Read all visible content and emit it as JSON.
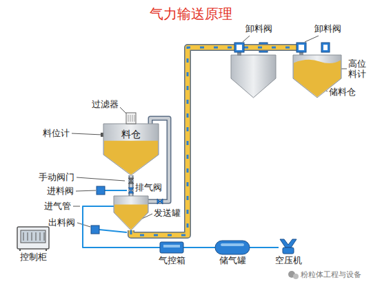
{
  "diagram": {
    "title": "气力输送原理",
    "nodes": [
      {
        "text": [
          "料仓"
        ]
      },
      {
        "text": [
          "过滤器"
        ]
      },
      {
        "text": [
          "发送罐"
        ]
      },
      {
        "text": [
          "控制柜"
        ]
      },
      {
        "text": [
          "气控箱"
        ]
      },
      {
        "text": [
          "储气罐"
        ]
      },
      {
        "text": [
          "空压机"
        ]
      },
      {
        "text": [
          "卸料阀"
        ]
      },
      {
        "text": [
          "卸料阀"
        ]
      },
      {
        "text": [
          "储料仓"
        ]
      }
    ],
    "edges": [
      {
        "from": 6,
        "to": 5,
        "arrow": "none"
      },
      {
        "from": 5,
        "to": 4,
        "arrow": "none"
      },
      {
        "from": 4,
        "to": 2,
        "arrow": "none"
      },
      {
        "from": 2,
        "to": 7,
        "arrow": "none"
      },
      {
        "from": 7,
        "to": 8,
        "arrow": "none"
      },
      {
        "from": 0,
        "to": 2,
        "arrow": "none"
      },
      {
        "from": 2,
        "to": 0,
        "arrow": "none"
      }
    ],
    "labels": [
      "料位计",
      "手动阀门",
      "进料阀",
      "排气阀",
      "进气管",
      "出料阀",
      "高位料计",
      "粉粒体工程与设备"
    ]
  }
}
